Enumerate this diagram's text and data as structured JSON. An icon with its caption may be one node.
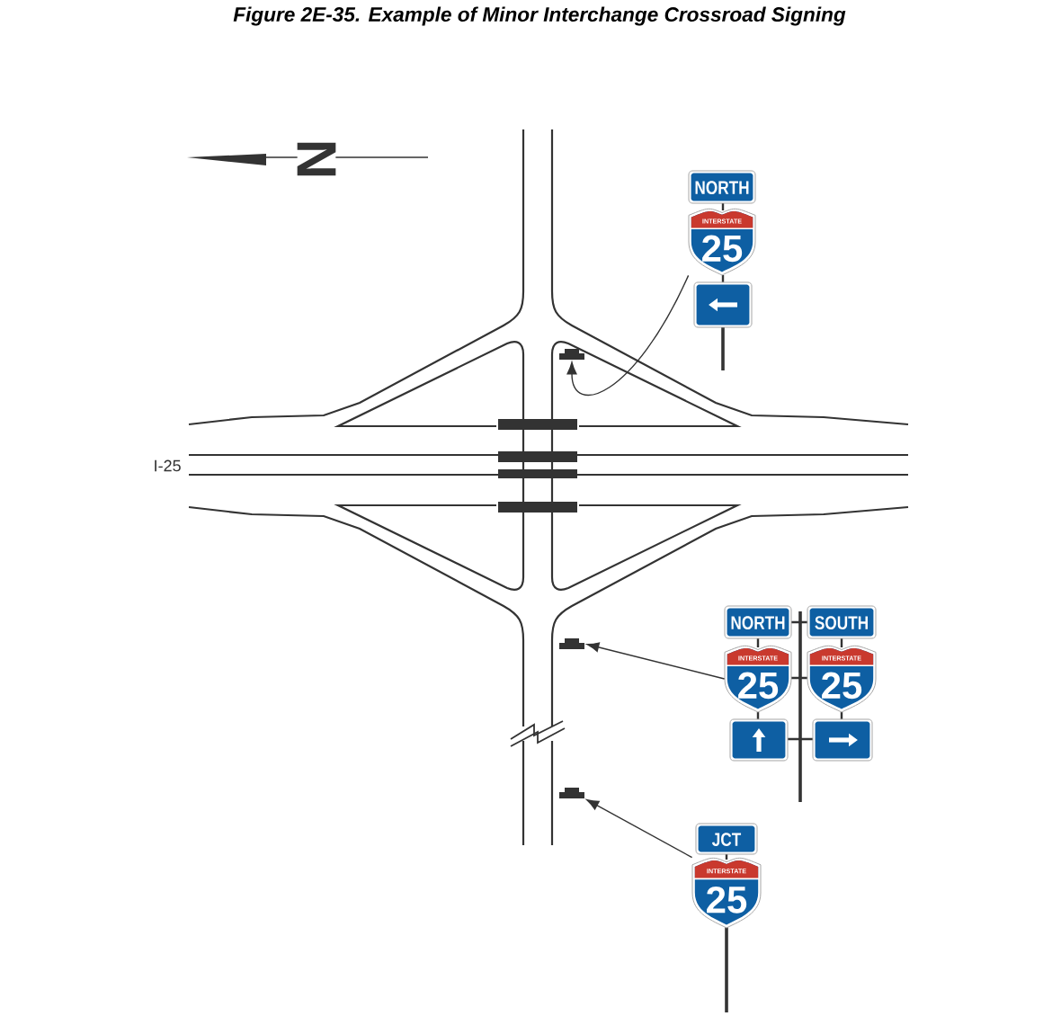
{
  "diagram": {
    "title": "Figure 2E-35. Example of Minor Interchange Crossroad Signing",
    "nodes": [
      {
        "text": [],
        "shape": "bar"
      },
      {
        "text": [],
        "shape": "bar"
      },
      {
        "text": [],
        "shape": "bar"
      },
      {
        "text": [
          "NORTH"
        ]
      },
      {
        "text": [
          "INTERSTATE",
          "25"
        ]
      },
      {
        "text": [],
        "shape": "box"
      },
      {
        "text": [
          "NORTH"
        ]
      },
      {
        "text": [
          "SOUTH"
        ]
      },
      {
        "text": [
          "INTERSTATE",
          "25"
        ]
      },
      {
        "text": [
          "INTERSTATE",
          "25"
        ]
      },
      {
        "text": [],
        "shape": "box"
      },
      {
        "text": [],
        "shape": "box"
      },
      {
        "text": [
          "JCT"
        ]
      },
      {
        "text": [
          "INTERSTATE",
          "25"
        ]
      }
    ],
    "edges": [
      {
        "from": 4,
        "to": 0,
        "arrow": "to"
      },
      {
        "from": 8,
        "to": 1,
        "arrow": "to"
      },
      {
        "from": 13,
        "to": 2,
        "arrow": "to"
      }
    ],
    "labels": [
      "N",
      "I-25"
    ]
  }
}
